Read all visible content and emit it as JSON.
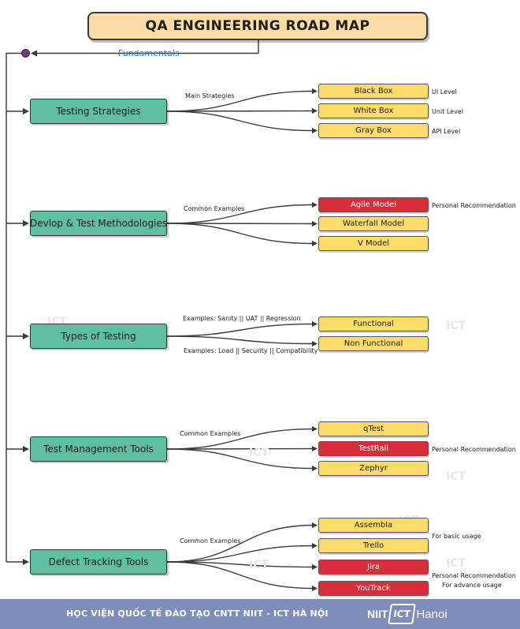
{
  "title": "QA ENGINEERING ROAD MAP",
  "root_label": "Fundamentals",
  "watermark": "ICT",
  "categories": [
    {
      "label": "Testing Strategies",
      "edge_labels": [
        "Main Strategies"
      ],
      "leaves": [
        {
          "label": "Black Box",
          "style": "yellow",
          "note": "UI Level"
        },
        {
          "label": "White Box",
          "style": "yellow",
          "note": "Unit Level"
        },
        {
          "label": "Gray Box",
          "style": "yellow",
          "note": "API Level"
        }
      ]
    },
    {
      "label": "Devlop & Test Methodologies",
      "edge_labels": [
        "Common Examples"
      ],
      "leaves": [
        {
          "label": "Agile Model",
          "style": "red",
          "note": "Personal Recommendation"
        },
        {
          "label": "Waterfall Model",
          "style": "yellow",
          "note": ""
        },
        {
          "label": "V Model",
          "style": "yellow",
          "note": ""
        }
      ]
    },
    {
      "label": "Types of Testing",
      "edge_labels": [
        "Examples: Sanity || UAT || Regression",
        "Examples: Load || Security || Compatibility"
      ],
      "leaves": [
        {
          "label": "Functional",
          "style": "yellow",
          "note": ""
        },
        {
          "label": "Non Functional",
          "style": "yellow",
          "note": ""
        }
      ]
    },
    {
      "label": "Test Management Tools",
      "edge_labels": [
        "Common Examples"
      ],
      "leaves": [
        {
          "label": "qTest",
          "style": "yellow",
          "note": ""
        },
        {
          "label": "TestRail",
          "style": "red",
          "note": "Personal Recommendation"
        },
        {
          "label": "Zephyr",
          "style": "yellow",
          "note": ""
        }
      ]
    },
    {
      "label": "Defect Tracking Tools",
      "edge_labels": [
        "Common Examples"
      ],
      "leaves": [
        {
          "label": "Assembla",
          "style": "yellow",
          "note": ""
        },
        {
          "label": "Trello",
          "style": "yellow",
          "note": ""
        },
        {
          "label": "Jira",
          "style": "red",
          "note": ""
        },
        {
          "label": "YouTrack",
          "style": "red",
          "note": ""
        }
      ],
      "group_notes": [
        "For basic usage",
        "Personal Recommendation",
        "For advance usage"
      ]
    }
  ],
  "footer": {
    "text": "HỌC VIỆN QUỐC TẾ ĐÀO TẠO CNTT NIIT - ICT HÀ NỘI",
    "brand_niit": "NIIT",
    "brand_ict": "ICT",
    "brand_city": "Hanoi"
  }
}
